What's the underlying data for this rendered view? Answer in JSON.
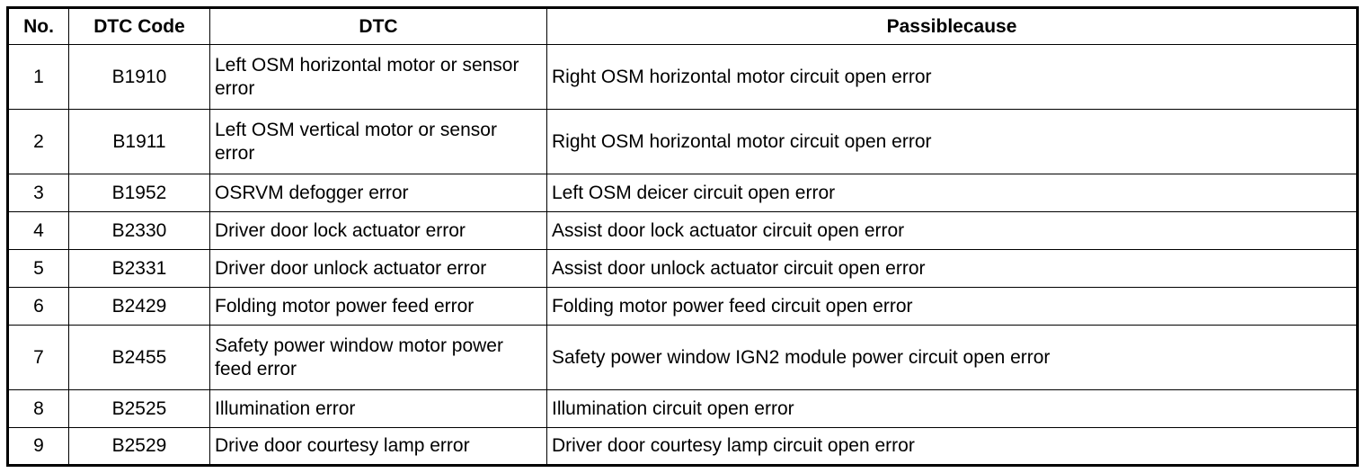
{
  "table": {
    "headers": [
      "No.",
      "DTC Code",
      "DTC",
      "Passiblecause"
    ],
    "rows": [
      {
        "no": "1",
        "code": "B1910",
        "dtc": "Left OSM horizontal motor or sensor error",
        "cause": "Right OSM horizontal motor circuit open error"
      },
      {
        "no": "2",
        "code": "B1911",
        "dtc": "Left OSM vertical motor or sensor error",
        "cause": "Right OSM horizontal motor circuit open error"
      },
      {
        "no": "3",
        "code": "B1952",
        "dtc": "OSRVM defogger error",
        "cause": "Left OSM deicer circuit open error"
      },
      {
        "no": "4",
        "code": "B2330",
        "dtc": "Driver door lock actuator error",
        "cause": "Assist door lock actuator circuit open error"
      },
      {
        "no": "5",
        "code": "B2331",
        "dtc": "Driver door unlock actuator error",
        "cause": "Assist door unlock actuator circuit open error"
      },
      {
        "no": "6",
        "code": "B2429",
        "dtc": "Folding motor power feed error",
        "cause": "Folding motor power feed circuit open error"
      },
      {
        "no": "7",
        "code": "B2455",
        "dtc": "Safety power window motor power feed error",
        "cause": "Safety power window IGN2 module power circuit open error"
      },
      {
        "no": "8",
        "code": "B2525",
        "dtc": "Illumination error",
        "cause": "Illumination circuit open error"
      },
      {
        "no": "9",
        "code": "B2529",
        "dtc": "Drive door courtesy lamp error",
        "cause": "Driver door courtesy lamp circuit open error"
      }
    ]
  }
}
